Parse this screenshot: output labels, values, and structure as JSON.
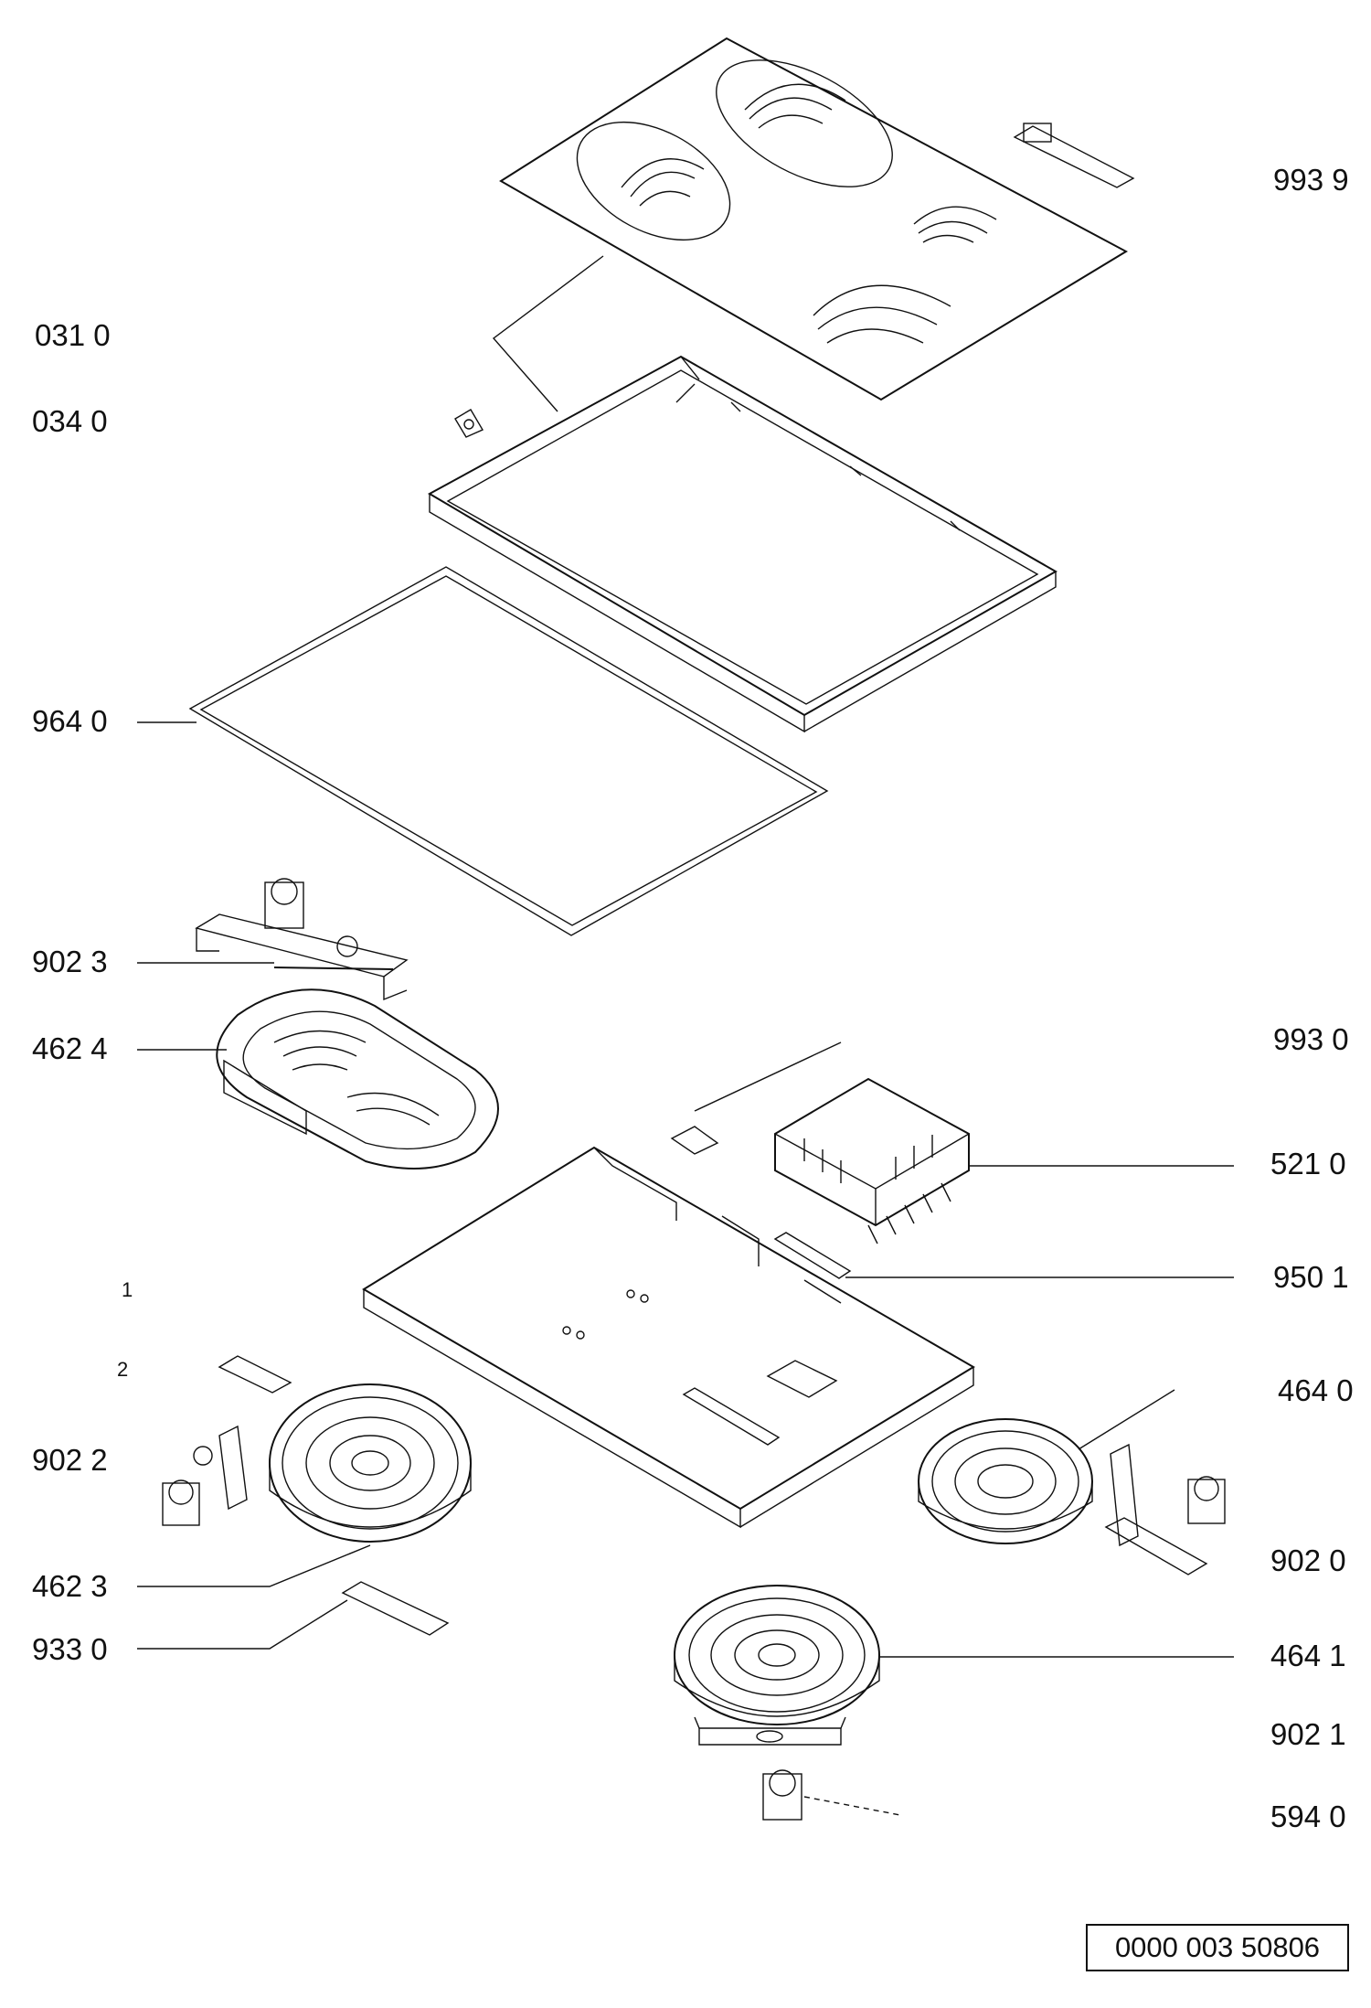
{
  "labels": {
    "l_9939": "993 9",
    "l_0310": "031 0",
    "l_0340": "034 0",
    "l_9640": "964 0",
    "l_9023": "902 3",
    "l_4624": "462 4",
    "l_9930": "993 0",
    "l_5210": "521 0",
    "l_9501": "950 1",
    "l_1": "1",
    "l_2": "2",
    "l_4640": "464 0",
    "l_9022": "902 2",
    "l_4623": "462 3",
    "l_9020": "902 0",
    "l_9330": "933 0",
    "l_4641": "464 1",
    "l_9021": "902 1",
    "l_5940": "594 0"
  },
  "document_number": "0000 003 50806"
}
